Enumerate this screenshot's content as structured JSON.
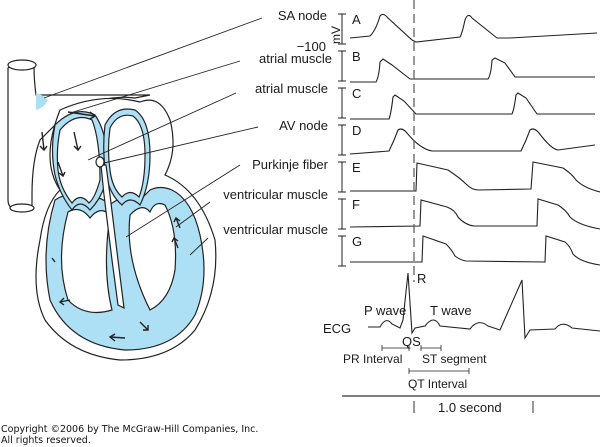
{
  "figure": {
    "heart_labels": [
      "SA node",
      "atrial muscle",
      "atrial muscle",
      "AV node",
      "Purkinje fiber",
      "ventricular muscle",
      "ventricular muscle"
    ],
    "trace_letters": [
      "A",
      "B",
      "C",
      "D",
      "E",
      "F",
      "G"
    ],
    "axis_unit": "mV",
    "axis_value": "−100",
    "ecg": {
      "label": "ECG",
      "r": "R",
      "p_wave": "P wave",
      "t_wave": "T wave",
      "qs": "QS",
      "pr_interval": "PR Interval",
      "st_segment": "ST segment",
      "qt_interval": "QT Interval",
      "time_scale": "1.0 second"
    },
    "colors": {
      "tissue": "#aee0f5",
      "line": "#222222"
    }
  },
  "footer": {
    "copyright": "Copyright ©2006 by The McGraw-Hill Companies, Inc.",
    "rights": "All rights reserved."
  }
}
